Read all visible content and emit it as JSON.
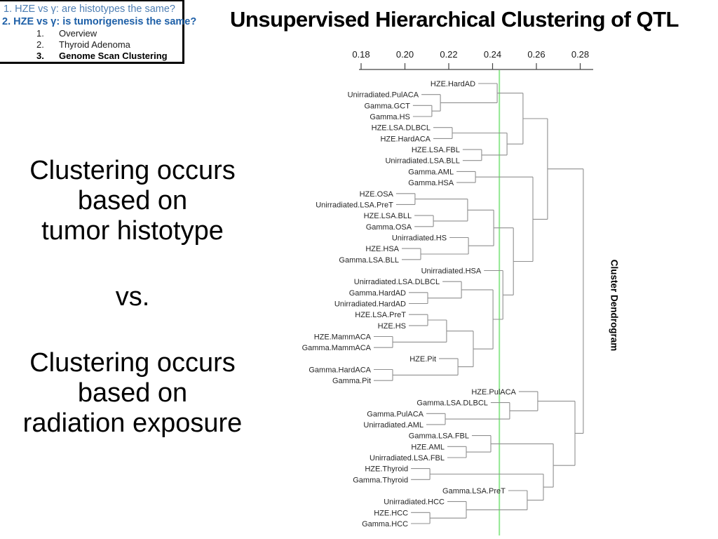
{
  "title": "Unsupervised Hierarchical Clustering of QTL",
  "outline": {
    "item1": "1. HZE vs γ: are histotypes the same?",
    "item2": "2. HZE vs γ: is tumorigenesis the same?",
    "subitems": [
      {
        "num": "1.",
        "label": "Overview"
      },
      {
        "num": "2.",
        "label": "Thyroid Adenoma"
      },
      {
        "num": "3.",
        "label": "Genome Scan Clustering"
      }
    ]
  },
  "left_panel": {
    "block1": [
      "Clustering occurs",
      "based on",
      "tumor histotype"
    ],
    "vs": "vs.",
    "block2": [
      "Clustering occurs",
      "based on",
      "radiation exposure"
    ]
  },
  "colors": {
    "outline_item1": "#4d7eb3",
    "outline_item2": "#1d5fa7",
    "dendrogram_line": "#8f8f8f",
    "reference_line_green": "#90e890",
    "axis": "#444444",
    "label_text": "#262626"
  },
  "chart_data": {
    "type": "dendrogram",
    "ylab": "Cluster Dendrogram",
    "orientation": "horizontal-top-axis",
    "axis": {
      "min": 0.18,
      "max": 0.285,
      "ticks": [
        "0.18",
        "0.20",
        "0.22",
        "0.24",
        "0.26",
        "0.28"
      ]
    },
    "reference_line": {
      "value": 0.2431,
      "color": "#90e890"
    },
    "leaf_count": 41,
    "leaf_order": [
      "HZE.HardAD",
      "Unirradiated.PulACA",
      "Gamma.GCT",
      "Gamma.HS",
      "HZE.LSA.DLBCL",
      "HZE.HardACA",
      "HZE.LSA.FBL",
      "Unirradiated.LSA.BLL",
      "Gamma.AML",
      "Gamma.HSA",
      "HZE.OSA",
      "Unirradiated.LSA.PreT",
      "HZE.LSA.BLL",
      "Gamma.OSA",
      "Unirradiated.HS",
      "HZE.HSA",
      "Gamma.LSA.BLL",
      "Unirradiated.HSA",
      "Unirradiated.LSA.DLBCL",
      "Gamma.HardAD",
      "Unirradiated.HardAD",
      "HZE.LSA.PreT",
      "HZE.HS",
      "HZE.MammACA",
      "Gamma.MammACA",
      "HZE.Pit",
      "Gamma.HardACA",
      "Gamma.Pit",
      "HZE.PulACA",
      "Gamma.LSA.DLBCL",
      "Gamma.PulACA",
      "Unirradiated.AML",
      "Gamma.LSA.FBL",
      "HZE.AML",
      "Unirradiated.LSA.FBL",
      "HZE.Thyroid",
      "Gamma.Thyroid",
      "Gamma.LSA.PreT",
      "Unirradiated.HCC",
      "HZE.HCC",
      "Gamma.HCC"
    ],
    "tree": {
      "h": 0.2814,
      "c": [
        {
          "h": 0.2651,
          "c": [
            {
              "h": 0.2539,
              "c": [
                {
                  "h": 0.2421,
                  "c": [
                    "HZE.HardAD",
                    {
                      "h": 0.2162,
                      "c": [
                        "Unirradiated.PulACA",
                        {
                          "h": 0.2123,
                          "c": [
                            "Gamma.GCT",
                            "Gamma.HS"
                          ]
                        }
                      ]
                    }
                  ]
                },
                {
                  "h": 0.2466,
                  "c": [
                    {
                      "h": 0.2216,
                      "c": [
                        "HZE.LSA.DLBCL",
                        "HZE.HardACA"
                      ]
                    },
                    {
                      "h": 0.235,
                      "c": [
                        "HZE.LSA.FBL",
                        "Unirradiated.LSA.BLL"
                      ]
                    }
                  ]
                }
              ]
            },
            {
              "h": 0.2584,
              "c": [
                {
                  "h": 0.2322,
                  "c": [
                    "Gamma.AML",
                    "Gamma.HSA"
                  ]
                },
                {
                  "h": 0.2495,
                  "c": [
                    {
                      "h": 0.2405,
                      "c": [
                        {
                          "h": 0.2286,
                          "c": [
                            {
                              "h": 0.2046,
                              "c": [
                                "HZE.OSA",
                                "Unirradiated.LSA.PreT"
                              ]
                            },
                            {
                              "h": 0.213,
                              "c": [
                                "HZE.LSA.BLL",
                                "Gamma.OSA"
                              ]
                            }
                          ]
                        },
                        {
                          "h": 0.229,
                          "c": [
                            "Unirradiated.HS",
                            {
                              "h": 0.2072,
                              "c": [
                                "HZE.HSA",
                                "Gamma.LSA.BLL"
                              ]
                            }
                          ]
                        }
                      ]
                    },
                    {
                      "h": 0.2447,
                      "c": [
                        "Unirradiated.HSA",
                        {
                          "h": 0.2402,
                          "c": [
                            {
                              "h": 0.2258,
                              "c": [
                                "Unirradiated.LSA.DLBCL",
                                {
                                  "h": 0.2104,
                                  "c": [
                                    "Gamma.HardAD",
                                    "Unirradiated.HardAD"
                                  ]
                                }
                              ]
                            },
                            {
                              "h": 0.2312,
                              "c": [
                                {
                                  "h": 0.219,
                                  "c": [
                                    {
                                      "h": 0.2104,
                                      "c": [
                                        "HZE.LSA.PreT",
                                        "HZE.HS"
                                      ]
                                    },
                                    {
                                      "h": 0.1944,
                                      "c": [
                                        "HZE.MammACA",
                                        "Gamma.MammACA"
                                      ]
                                    }
                                  ]
                                },
                                {
                                  "h": 0.2242,
                                  "c": [
                                    "HZE.Pit",
                                    {
                                      "h": 0.1944,
                                      "c": [
                                        "Gamma.HardACA",
                                        "Gamma.Pit"
                                      ]
                                    }
                                  ]
                                }
                              ]
                            }
                          ]
                        }
                      ]
                    }
                  ]
                }
              ]
            }
          ]
        },
        {
          "h": 0.2776,
          "c": [
            {
              "h": 0.2606,
              "c": [
                "HZE.PulACA",
                {
                  "h": 0.2478,
                  "c": [
                    "Gamma.LSA.DLBCL",
                    {
                      "h": 0.2184,
                      "c": [
                        "Gamma.PulACA",
                        "Unirradiated.AML"
                      ]
                    }
                  ]
                }
              ]
            },
            {
              "h": 0.2677,
              "c": [
                {
                  "h": 0.2392,
                  "c": [
                    "Gamma.LSA.FBL",
                    {
                      "h": 0.228,
                      "c": [
                        "HZE.AML",
                        "Unirradiated.LSA.FBL"
                      ]
                    }
                  ]
                },
                {
                  "h": 0.2632,
                  "c": [
                    {
                      "h": 0.2114,
                      "c": [
                        "HZE.Thyroid",
                        "Gamma.Thyroid"
                      ]
                    },
                    {
                      "h": 0.2558,
                      "c": [
                        "Gamma.LSA.PreT",
                        {
                          "h": 0.228,
                          "c": [
                            "Unirradiated.HCC",
                            {
                              "h": 0.2114,
                              "c": [
                                "HZE.HCC",
                                "Gamma.HCC"
                              ]
                            }
                          ]
                        }
                      ]
                    }
                  ]
                }
              ]
            }
          ]
        }
      ]
    }
  }
}
